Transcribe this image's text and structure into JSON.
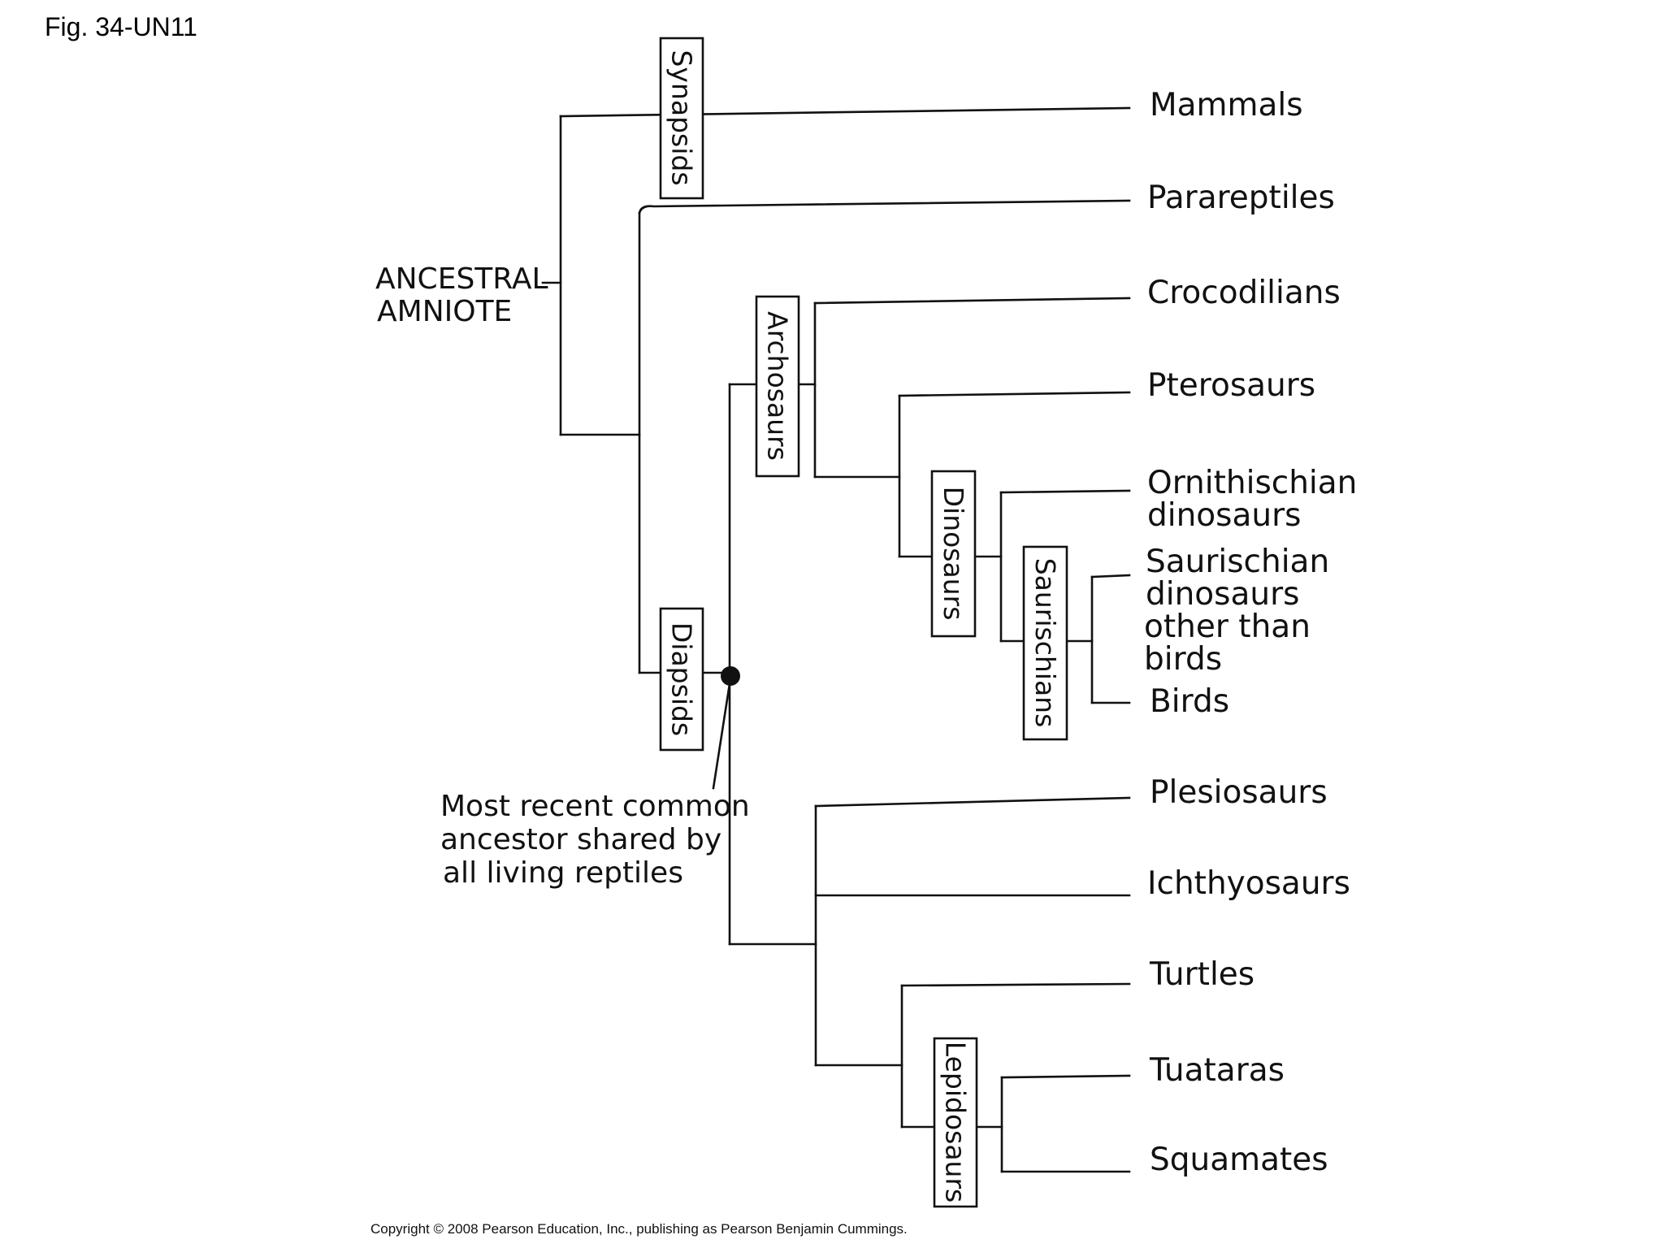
{
  "figure": {
    "label": "Fig. 34-UN11",
    "copyright": "Copyright © 2008 Pearson Education, Inc., publishing as Pearson Benjamin Cummings."
  },
  "root": {
    "lines": [
      "ANCESTRAL",
      "AMNIOTE"
    ]
  },
  "ancestor_note": {
    "lines": [
      "Most recent common",
      "ancestor shared by",
      "all living reptiles"
    ]
  },
  "taxa": [
    {
      "id": "mammals",
      "lines": [
        "Mammals"
      ]
    },
    {
      "id": "parareptiles",
      "lines": [
        "Parareptiles"
      ]
    },
    {
      "id": "crocodilians",
      "lines": [
        "Crocodilians"
      ]
    },
    {
      "id": "pterosaurs",
      "lines": [
        "Pterosaurs"
      ]
    },
    {
      "id": "ornithischian",
      "lines": [
        "Ornithischian",
        "dinosaurs"
      ]
    },
    {
      "id": "saurischian",
      "lines": [
        "Saurischian",
        "dinosaurs",
        "other than",
        "birds"
      ]
    },
    {
      "id": "birds",
      "lines": [
        "Birds"
      ]
    },
    {
      "id": "plesiosaurs",
      "lines": [
        "Plesiosaurs"
      ]
    },
    {
      "id": "ichthyosaurs",
      "lines": [
        "Ichthyosaurs"
      ]
    },
    {
      "id": "turtles",
      "lines": [
        "Turtles"
      ]
    },
    {
      "id": "tuataras",
      "lines": [
        "Tuataras"
      ]
    },
    {
      "id": "squamates",
      "lines": [
        "Squamates"
      ]
    }
  ],
  "clades": [
    {
      "id": "synapsids",
      "label": "Synapsids"
    },
    {
      "id": "diapsids",
      "label": "Diapsids"
    },
    {
      "id": "archosaurs",
      "label": "Archosaurs"
    },
    {
      "id": "dinosaurs",
      "label": "Dinosaurs"
    },
    {
      "id": "saurischians",
      "label": "Saurischians"
    },
    {
      "id": "lepidosaurs",
      "label": "Lepidosaurs"
    }
  ]
}
